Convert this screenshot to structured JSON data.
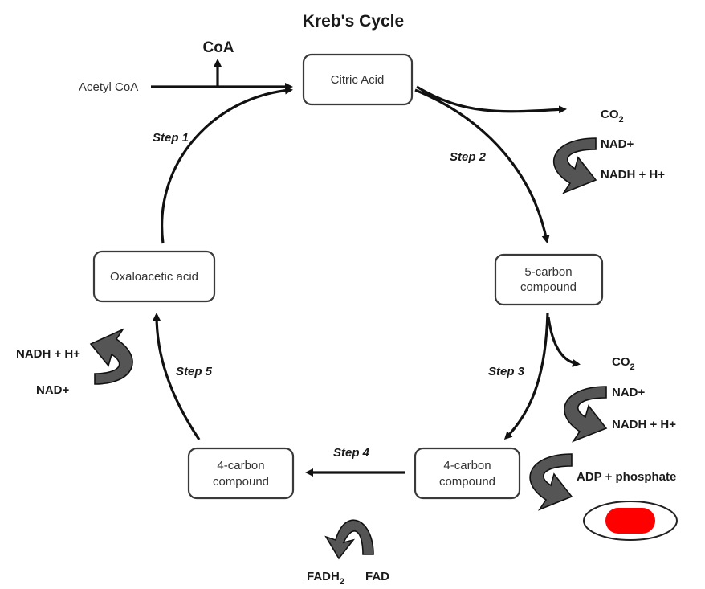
{
  "title": "Kreb's Cycle",
  "boxes": {
    "citric_acid": "Citric Acid",
    "five_carbon": [
      "5-carbon",
      "compound"
    ],
    "four_carbon_right": [
      "4-carbon",
      "compound"
    ],
    "four_carbon_left": [
      "4-carbon",
      "compound"
    ],
    "oxaloacetic": "Oxaloacetic acid"
  },
  "inputs": {
    "acetyl_coa": "Acetyl CoA",
    "coa": "CoA"
  },
  "steps": [
    "Step 1",
    "Step 2",
    "Step 3",
    "Step 4",
    "Step 5"
  ],
  "products": {
    "step2": {
      "co2_base": "CO",
      "co2_sub": "2",
      "nad": "NAD+",
      "nadh": "NADH + H+"
    },
    "step3": {
      "co2_base": "CO",
      "co2_sub": "2",
      "nad": "NAD+",
      "nadh": "NADH + H+"
    },
    "step3b": {
      "adp": "ADP + phosphate"
    },
    "step4": {
      "fadh_base": "FADH",
      "fadh_sub": "2",
      "fad": "FAD"
    },
    "step5": {
      "nadh": "NADH + H+",
      "nad": "NAD+"
    }
  },
  "colors": {
    "atp_capsule": "#ff0000",
    "curl_arrow": "#555555"
  }
}
